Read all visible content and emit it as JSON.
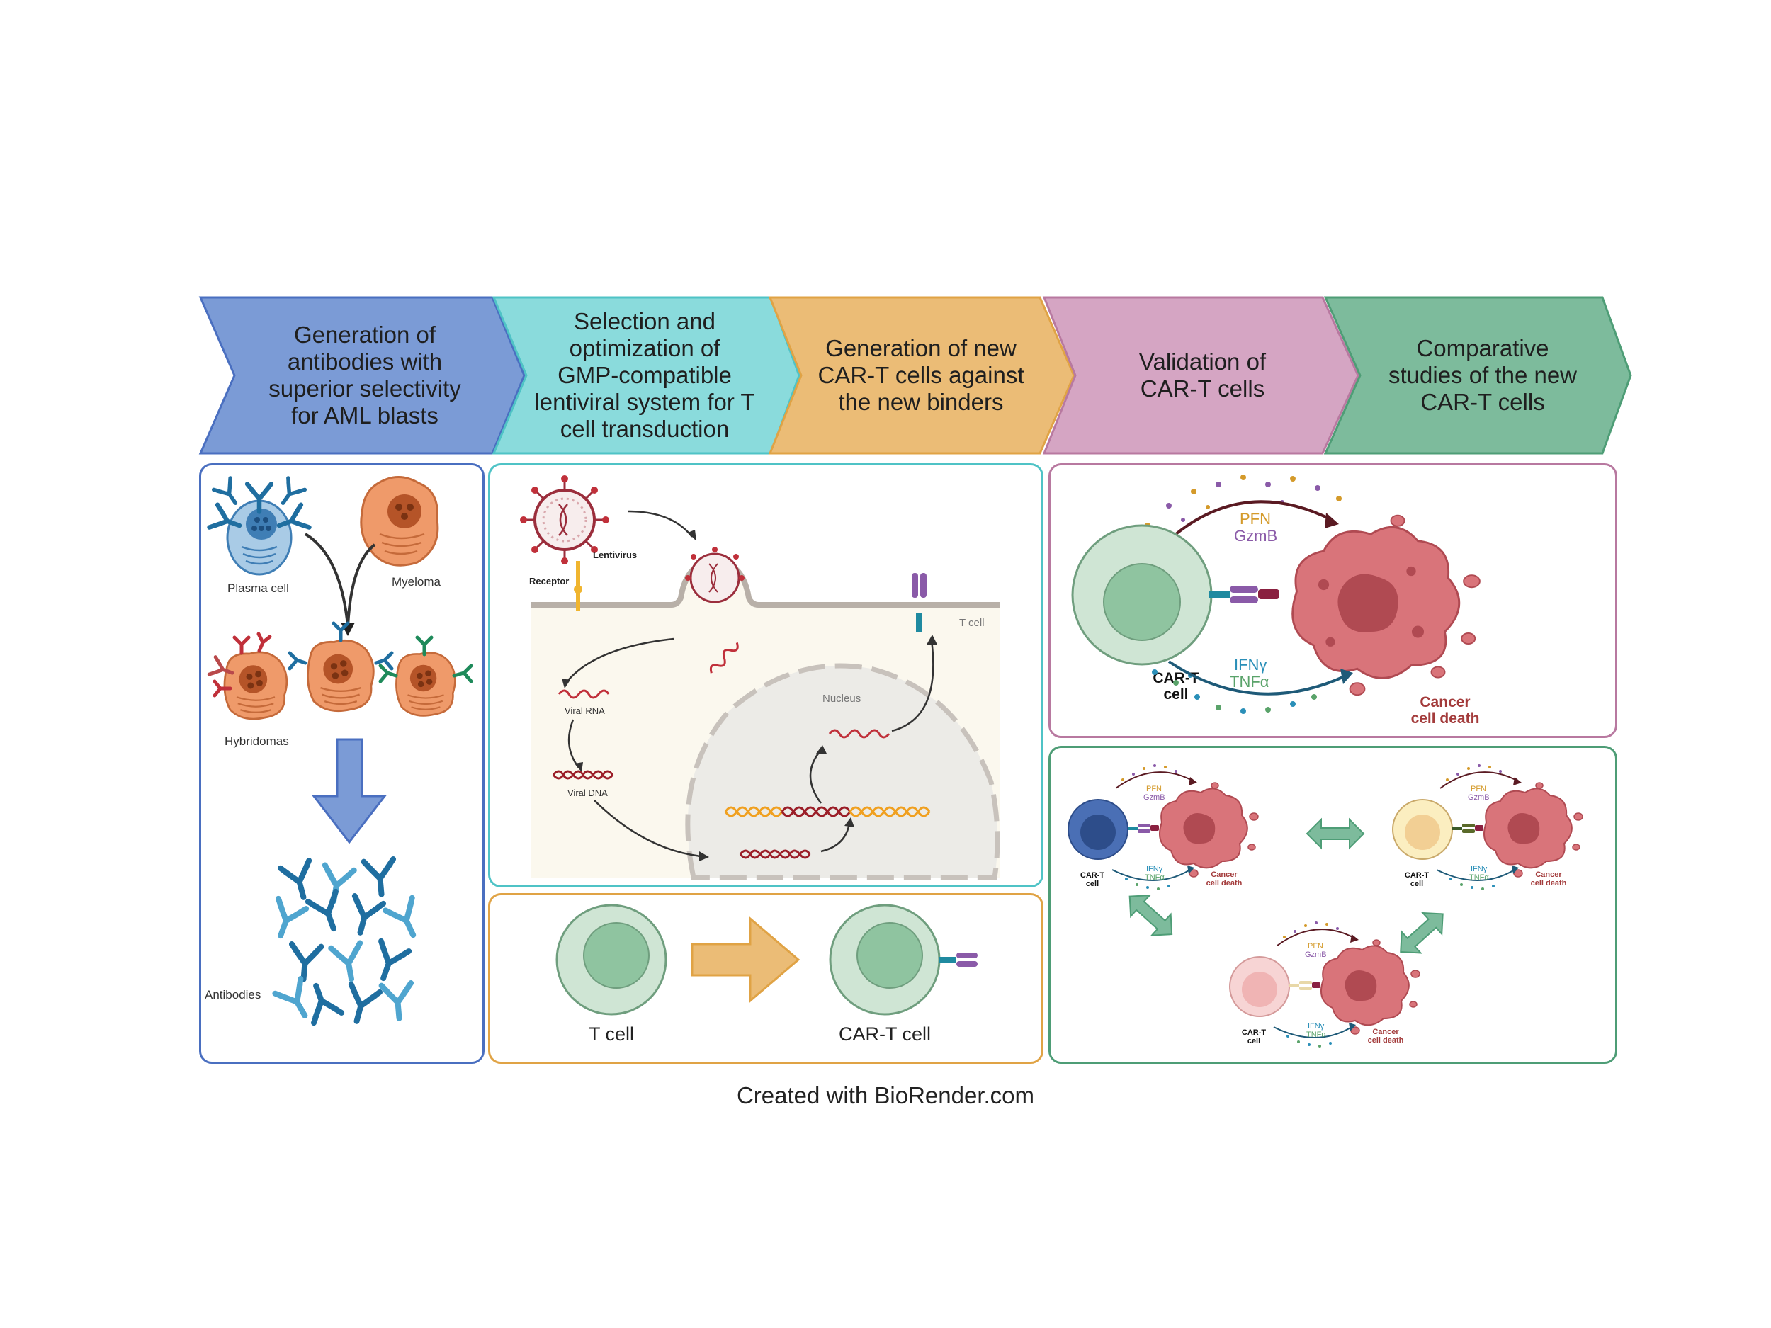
{
  "steps": [
    {
      "label": "Generation of\nantibodies with\nsuperior selectivity\nfor AML blasts",
      "fill": "#7b9bd6",
      "stroke": "#4a6fc0"
    },
    {
      "label": "Selection and\noptimization of\nGMP-compatible\nlentiviral system for T\ncell transduction",
      "fill": "#8adbdc",
      "stroke": "#4fc3c6"
    },
    {
      "label": "Generation of new\nCAR-T cells against\nthe new binders",
      "fill": "#ebbc76",
      "stroke": "#e0a345"
    },
    {
      "label": "Validation of\nCAR-T cells",
      "fill": "#d5a5c3",
      "stroke": "#b879a0"
    },
    {
      "label": "Comparative\nstudies of the new\nCAR-T cells",
      "fill": "#7dbb9c",
      "stroke": "#4e9d76"
    }
  ],
  "panel_antibodies": {
    "plasma_cell": "Plasma cell",
    "myeloma": "Myeloma",
    "hybridomas": "Hybridomas",
    "antibodies": "Antibodies",
    "border": "#4a6fc0"
  },
  "panel_lentiviral": {
    "lentivirus": "Lentivirus",
    "receptor": "Receptor",
    "t_cell": "T cell",
    "viral_rna": "Viral RNA",
    "viral_dna": "Viral DNA",
    "nucleus": "Nucleus",
    "border": "#4fc3c6"
  },
  "panel_cart": {
    "t_cell": "T cell",
    "cart_cell": "CAR-T cell",
    "border": "#e0a345"
  },
  "panel_validation": {
    "pfn": "PFN",
    "gzmb": "GzmB",
    "ifng": "IFNγ",
    "tnfa": "TNFα",
    "cart_line1": "CAR-T",
    "cart_line2": "cell",
    "death_line1": "Cancer",
    "death_line2": "cell death",
    "border": "#b879a0"
  },
  "panel_comparative": {
    "pfn": "PFN",
    "gzmb": "GzmB",
    "ifng": "IFNγ",
    "tnfa": "TNFα",
    "cart_line1": "CAR-T",
    "cart_line2": "cell",
    "death_line1": "Cancer",
    "death_line2": "cell death",
    "border": "#4e9d76"
  },
  "footer": "Created with BioRender.com",
  "colors": {
    "pfn": "#d49a2a",
    "gzmb": "#8a5aa8",
    "ifng": "#2a8fb8",
    "tnfa": "#5aa36a",
    "cancer": "#d9747a",
    "cancer_text": "#a33b3b",
    "tcell": "#cfe5d4",
    "tcell_nucleus": "#8fc4a0",
    "antibody_dark": "#1f6ea0",
    "antibody_light": "#4fa5cf"
  }
}
